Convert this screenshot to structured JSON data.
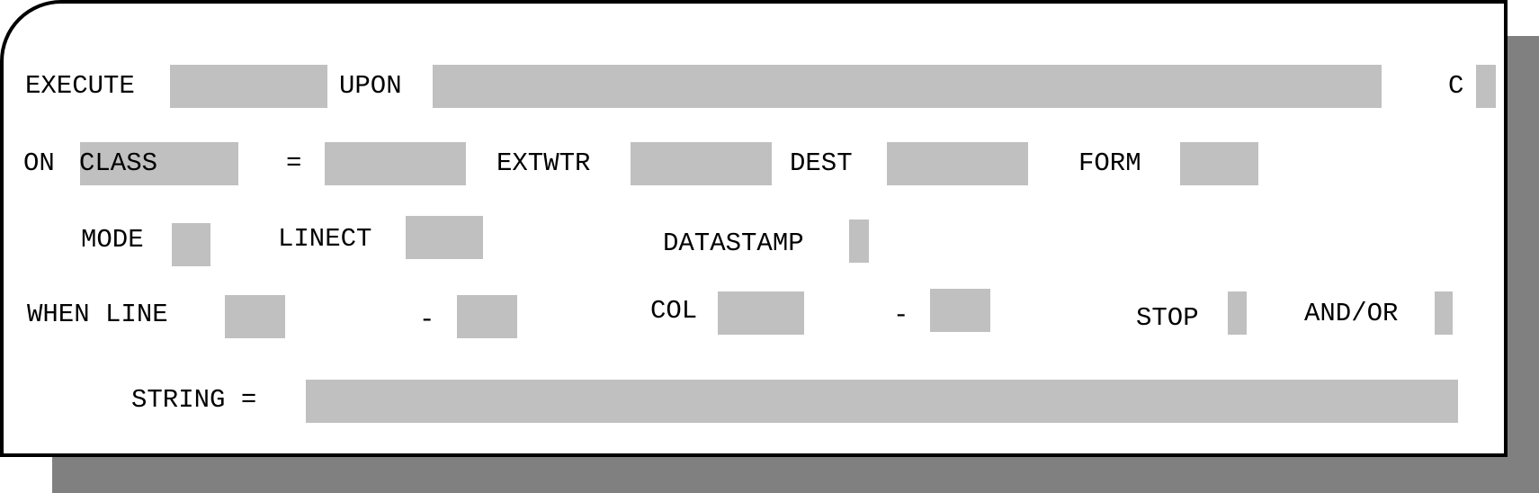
{
  "colors": {
    "field_background": "#c0c0c0",
    "panel_border": "#000000",
    "shadow": "#808080"
  },
  "row1": {
    "execute_label": "EXECUTE",
    "execute_value": "",
    "upon_label": "UPON",
    "upon_value": "",
    "c_label": "C",
    "c_value": ""
  },
  "row2": {
    "on_label": "ON",
    "class_label": "CLASS",
    "equals_label": "=",
    "class_value": "",
    "extwtr_label": "EXTWTR",
    "extwtr_value": "",
    "dest_label": "DEST",
    "dest_value": "",
    "form_label": "FORM",
    "form_value": ""
  },
  "row3": {
    "mode_label": "MODE",
    "mode_value": "",
    "linect_label": "LINECT",
    "linect_value": "",
    "datastamp_label": "DATASTAMP",
    "datastamp_value": ""
  },
  "row4": {
    "when_line_label": "WHEN LINE",
    "line_from_value": "",
    "line_dash_label": "-",
    "line_to_value": "",
    "col_label": "COL",
    "col_from_value": "",
    "col_dash_label": "-",
    "col_to_value": "",
    "stop_label": "STOP",
    "stop_value": "",
    "andor_label": "AND/OR",
    "andor_value": ""
  },
  "row5": {
    "string_label": "STRING =",
    "string_value": ""
  }
}
